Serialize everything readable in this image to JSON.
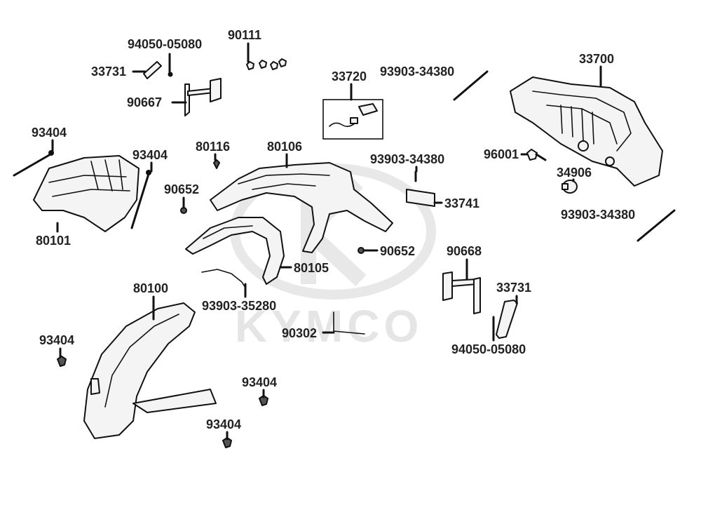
{
  "watermark": {
    "brand": "KYMCO"
  },
  "callouts": [
    {
      "id": "c-94050-05080-top",
      "label": "94050-05080"
    },
    {
      "id": "c-90111",
      "label": "90111"
    },
    {
      "id": "c-33731-top",
      "label": "33731"
    },
    {
      "id": "c-90667",
      "label": "90667"
    },
    {
      "id": "c-33720",
      "label": "33720"
    },
    {
      "id": "c-93903-34380-top",
      "label": "93903-34380"
    },
    {
      "id": "c-33700",
      "label": "33700"
    },
    {
      "id": "c-93404-a",
      "label": "93404"
    },
    {
      "id": "c-93404-b",
      "label": "93404"
    },
    {
      "id": "c-80116",
      "label": "80116"
    },
    {
      "id": "c-80106",
      "label": "80106"
    },
    {
      "id": "c-93903-34380-mid",
      "label": "93903-34380"
    },
    {
      "id": "c-96001",
      "label": "96001"
    },
    {
      "id": "c-34906",
      "label": "34906"
    },
    {
      "id": "c-90652-a",
      "label": "90652"
    },
    {
      "id": "c-33741",
      "label": "33741"
    },
    {
      "id": "c-93903-34380-right",
      "label": "93903-34380"
    },
    {
      "id": "c-80101",
      "label": "80101"
    },
    {
      "id": "c-90652-b",
      "label": "90652"
    },
    {
      "id": "c-90668",
      "label": "90668"
    },
    {
      "id": "c-80105",
      "label": "80105"
    },
    {
      "id": "c-80100",
      "label": "80100"
    },
    {
      "id": "c-93903-35280",
      "label": "93903-35280"
    },
    {
      "id": "c-33731-bottom",
      "label": "33731"
    },
    {
      "id": "c-90302",
      "label": "90302"
    },
    {
      "id": "c-94050-05080-bottom",
      "label": "94050-05080"
    },
    {
      "id": "c-93404-c",
      "label": "93404"
    },
    {
      "id": "c-93404-d",
      "label": "93404"
    },
    {
      "id": "c-93404-e",
      "label": "93404"
    }
  ]
}
